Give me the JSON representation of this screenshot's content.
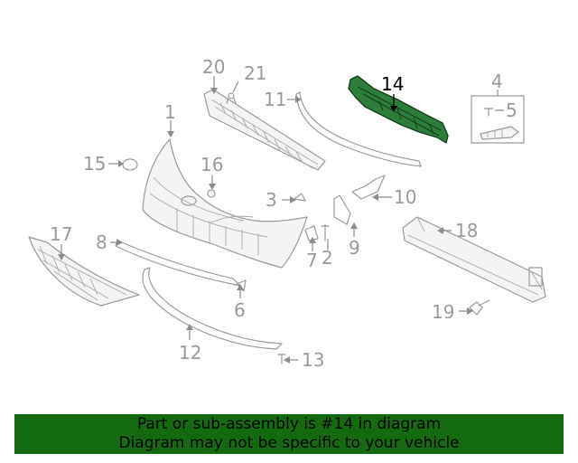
{
  "diagram": {
    "highlighted_part": "14",
    "callouts": [
      "1",
      "2",
      "3",
      "4",
      "5",
      "6",
      "7",
      "8",
      "9",
      "10",
      "11",
      "12",
      "13",
      "14",
      "15",
      "16",
      "17",
      "18",
      "19",
      "20",
      "21"
    ]
  },
  "banner": {
    "line1": "Part or sub-assembly is #14 in diagram",
    "line2": "Diagram may not be specific to your vehicle"
  },
  "colors": {
    "highlight_part": "#2e7d3a",
    "banner_bg": "#146b0f",
    "line_art": "#9a9a9a"
  }
}
